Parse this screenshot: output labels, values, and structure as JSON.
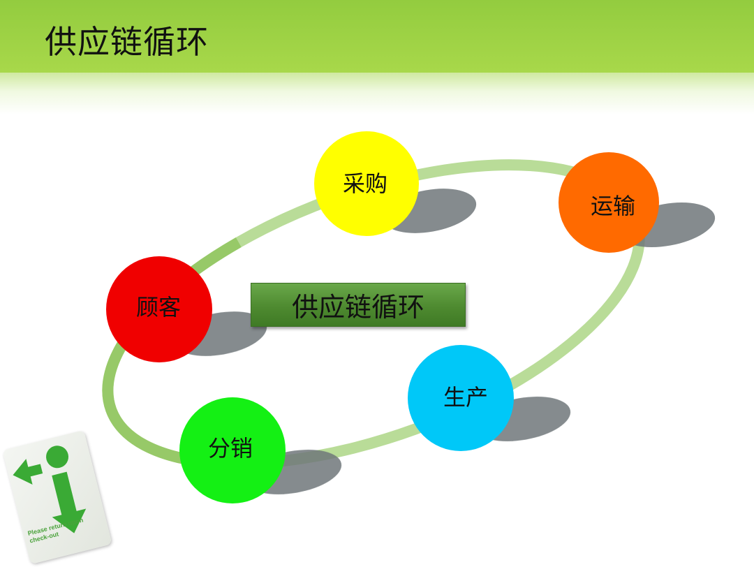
{
  "slide": {
    "title": "供应链循环"
  },
  "diagram": {
    "center_label": "供应链循环",
    "nodes": [
      {
        "label": "采购",
        "color": "#ffff00"
      },
      {
        "label": "运输",
        "color": "#ff6a00"
      },
      {
        "label": "生产",
        "color": "#00c8f8"
      },
      {
        "label": "分销",
        "color": "#14f014"
      },
      {
        "label": "顾客",
        "color": "#f00000"
      }
    ],
    "ring_color": "#a8d08a"
  },
  "info_card": {
    "icon": "info-arrow-icon",
    "text": "Please return upon check-out",
    "color": "#3aaa35"
  }
}
